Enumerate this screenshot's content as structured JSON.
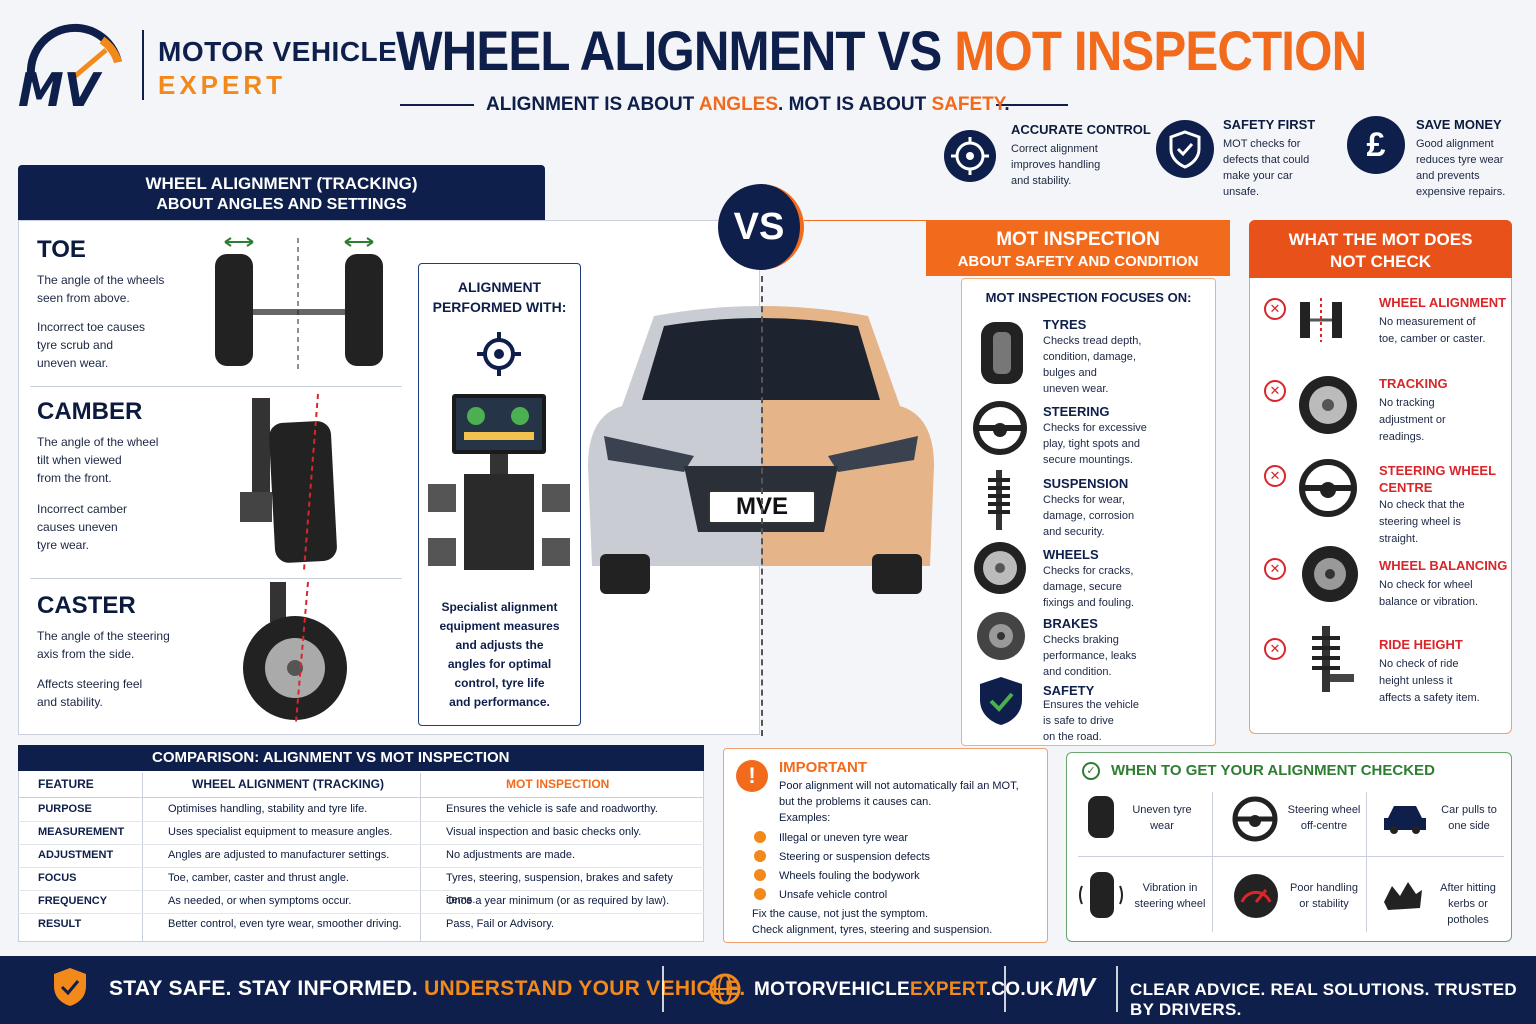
{
  "brand": {
    "line1": "MOTOR VEHICLE",
    "line2": "EXPERT",
    "logo_text": "MV"
  },
  "header": {
    "title_a": "WHEEL ALIGNMENT VS ",
    "title_b": "MOT INSPECTION",
    "sub_a": "ALIGNMENT IS ABOUT ",
    "sub_b": "ANGLES",
    "sub_c": ". MOT IS ABOUT ",
    "sub_d": "SAFETY",
    "sub_e": "."
  },
  "benefits": [
    {
      "title": "ACCURATE CONTROL",
      "lines": [
        "Correct alignment",
        "improves handling",
        "and stability."
      ],
      "icon": "target-icon"
    },
    {
      "title": "SAFETY FIRST",
      "lines": [
        "MOT checks for",
        "defects that could",
        "make your car",
        "unsafe."
      ],
      "icon": "shield-check-icon"
    },
    {
      "title": "SAVE MONEY",
      "lines": [
        "Good alignment",
        "reduces tyre wear",
        "and prevents",
        "expensive repairs."
      ],
      "icon": "pound-icon"
    }
  ],
  "alignment": {
    "head1": "WHEEL ALIGNMENT (TRACKING)",
    "head2": "ABOUT ANGLES AND SETTINGS",
    "toe": {
      "title": "TOE",
      "l1": [
        "The angle of the wheels",
        "seen from above."
      ],
      "l2": [
        "Incorrect toe causes",
        "tyre scrub and",
        "uneven wear."
      ]
    },
    "camber": {
      "title": "CAMBER",
      "l1": [
        "The angle of the wheel",
        "tilt when viewed",
        "from the front."
      ],
      "l2": [
        "Incorrect camber",
        "causes uneven",
        "tyre wear."
      ]
    },
    "caster": {
      "title": "CASTER",
      "l1": [
        "The angle of the steering",
        "axis from the side."
      ],
      "l2": [
        "Affects steering feel",
        "and stability."
      ]
    },
    "performed_head": [
      "ALIGNMENT",
      "PERFORMED WITH:"
    ],
    "performed_text": [
      "Specialist alignment",
      "equipment measures",
      "and adjusts the",
      "angles for optimal",
      "control, tyre life",
      "and performance."
    ]
  },
  "vs": "VS",
  "plate": "MVE",
  "mot": {
    "head1": "MOT INSPECTION",
    "head2": "ABOUT SAFETY AND CONDITION",
    "focus_head": "MOT INSPECTION FOCUSES ON:",
    "items": [
      {
        "title": "TYRES",
        "lines": [
          "Checks tread depth,",
          "condition, damage,",
          "bulges and",
          "uneven wear."
        ]
      },
      {
        "title": "STEERING",
        "lines": [
          "Checks for excessive",
          "play, tight spots and",
          "secure mountings."
        ]
      },
      {
        "title": "SUSPENSION",
        "lines": [
          "Checks for wear,",
          "damage, corrosion",
          "and security."
        ]
      },
      {
        "title": "WHEELS",
        "lines": [
          "Checks for cracks,",
          "damage, secure",
          "fixings and fouling."
        ]
      },
      {
        "title": "BRAKES",
        "lines": [
          "Checks braking",
          "performance, leaks",
          "and condition."
        ]
      },
      {
        "title": "SAFETY",
        "lines": [
          "Ensures the vehicle",
          "is safe to drive",
          "on the road."
        ]
      }
    ]
  },
  "notcheck": {
    "head1": "WHAT THE MOT DOES",
    "head2": "NOT CHECK",
    "items": [
      {
        "title": [
          "WHEEL ALIGNMENT"
        ],
        "lines": [
          "No measurement of",
          "toe, camber or caster."
        ]
      },
      {
        "title": [
          "TRACKING"
        ],
        "lines": [
          "No tracking",
          "adjustment or",
          "readings."
        ]
      },
      {
        "title": [
          "STEERING WHEEL",
          "CENTRE"
        ],
        "lines": [
          "No check that the",
          "steering wheel is",
          "straight."
        ]
      },
      {
        "title": [
          "WHEEL BALANCING"
        ],
        "lines": [
          "No check for wheel",
          "balance or vibration."
        ]
      },
      {
        "title": [
          "RIDE HEIGHT"
        ],
        "lines": [
          "No check of ride",
          "height unless it",
          "affects a safety item."
        ]
      }
    ]
  },
  "comparison": {
    "title": "COMPARISON: ALIGNMENT VS MOT INSPECTION",
    "cols": [
      "FEATURE",
      "WHEEL ALIGNMENT (TRACKING)",
      "MOT INSPECTION"
    ],
    "rows": [
      [
        "PURPOSE",
        "Optimises handling, stability and tyre life.",
        "Ensures the vehicle is safe and roadworthy."
      ],
      [
        "MEASUREMENT",
        "Uses specialist equipment to measure angles.",
        "Visual inspection and basic checks only."
      ],
      [
        "ADJUSTMENT",
        "Angles are adjusted to manufacturer settings.",
        "No adjustments are made."
      ],
      [
        "FOCUS",
        "Toe, camber, caster and thrust angle.",
        "Tyres, steering, suspension, brakes and safety items."
      ],
      [
        "FREQUENCY",
        "As needed, or when symptoms occur.",
        "Once a year minimum (or as required by law)."
      ],
      [
        "RESULT",
        "Better control, even tyre wear, smoother driving.",
        "Pass, Fail or Advisory."
      ]
    ]
  },
  "important": {
    "title": "IMPORTANT",
    "intro": [
      "Poor alignment will not automatically fail an MOT,",
      "but the problems it causes can."
    ],
    "examples_label": "Examples:",
    "list": [
      "Illegal or uneven tyre wear",
      "Steering or suspension defects",
      "Wheels fouling the bodywork",
      "Unsafe vehicle control"
    ],
    "outro": [
      "Fix the cause, not just the symptom.",
      "Check alignment, tyres, steering and suspension."
    ]
  },
  "when": {
    "title": "WHEN TO GET YOUR ALIGNMENT CHECKED",
    "items": [
      [
        "Uneven tyre",
        "wear"
      ],
      [
        "Steering wheel",
        "off-centre"
      ],
      [
        "Car pulls to",
        "one side"
      ],
      [
        "Vibration in",
        "steering wheel"
      ],
      [
        "Poor handling",
        "or stability"
      ],
      [
        "After hitting",
        "kerbs or potholes"
      ]
    ]
  },
  "footer": {
    "a": "STAY SAFE. STAY INFORMED. ",
    "b": "UNDERSTAND YOUR VEHICLE.",
    "url_a": "MOTORVEHICLE",
    "url_b": "EXPERT",
    "url_c": ".CO.UK",
    "tag": "CLEAR ADVICE. REAL SOLUTIONS. TRUSTED BY DRIVERS.",
    "logo_text": "MV"
  },
  "colors": {
    "navy": "#0f1f4b",
    "orange": "#f26a1b",
    "red": "#d8262a",
    "green": "#2e7d32"
  }
}
